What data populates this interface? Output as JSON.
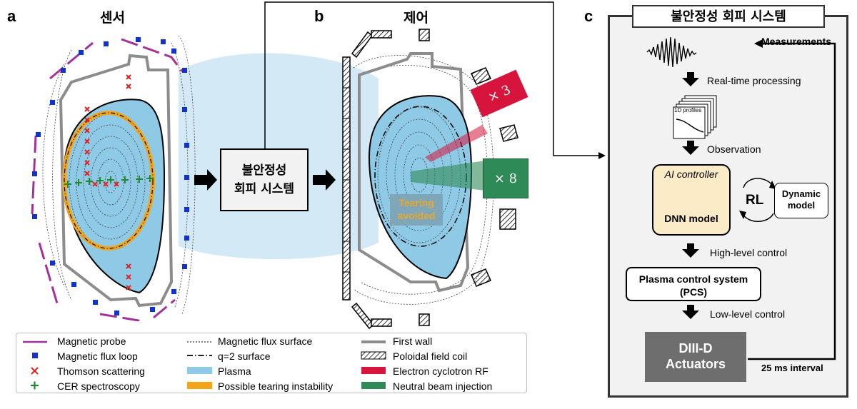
{
  "panels": {
    "a": {
      "letter": "a",
      "title": "센서"
    },
    "b": {
      "letter": "b",
      "title": "제어"
    },
    "c": {
      "letter": "c",
      "title": "불안정성 회피 시스템"
    }
  },
  "center_box": {
    "line1": "불안정성",
    "line2": "회피 시스템"
  },
  "panel_b": {
    "ecrf_count": "× 3",
    "nbi_count": "× 8",
    "tearing_line1": "Tearing",
    "tearing_line2": "avoided"
  },
  "flow": {
    "measurements": "Measurements",
    "realtime": "Real-time processing",
    "profiles": "1D profiles",
    "observation": "Observation",
    "ai_controller": "AI controller",
    "dnn_model": "DNN model",
    "rl": "RL",
    "dynamic_model_line1": "Dynamic",
    "dynamic_model_line2": "model",
    "high_level": "High-level control",
    "pcs_line1": "Plasma control system",
    "pcs_line2": "(PCS)",
    "low_level": "Low-level control",
    "actuators_line1": "DIII-D",
    "actuators_line2": "Actuators",
    "interval": "25 ms interval"
  },
  "legend": {
    "col1": [
      "Magnetic probe",
      "Magnetic flux loop",
      "Thomson scattering",
      "CER spectroscopy"
    ],
    "col2": [
      "Magnetic flux surface",
      "q=2 surface",
      "Plasma",
      "Possible tearing instability"
    ],
    "col3": [
      "First wall",
      "Poloidal field coil",
      "Electron cyclotron RF",
      "Neutral beam injection"
    ]
  },
  "colors": {
    "magnetic_probe": "#a4309c",
    "flux_loop": "#1133cc",
    "thomson": "#e02020",
    "cer": "#1f8a2b",
    "plasma": "#8ecae6",
    "tearing": "#f2a51a",
    "wall": "#8c8c8c",
    "ecrf": "#d6143c",
    "nbi": "#2e8b57",
    "bg_halo": "#d3e9f5",
    "actuator_box": "#6e6e6e",
    "ai_box": "#fbecc7"
  }
}
